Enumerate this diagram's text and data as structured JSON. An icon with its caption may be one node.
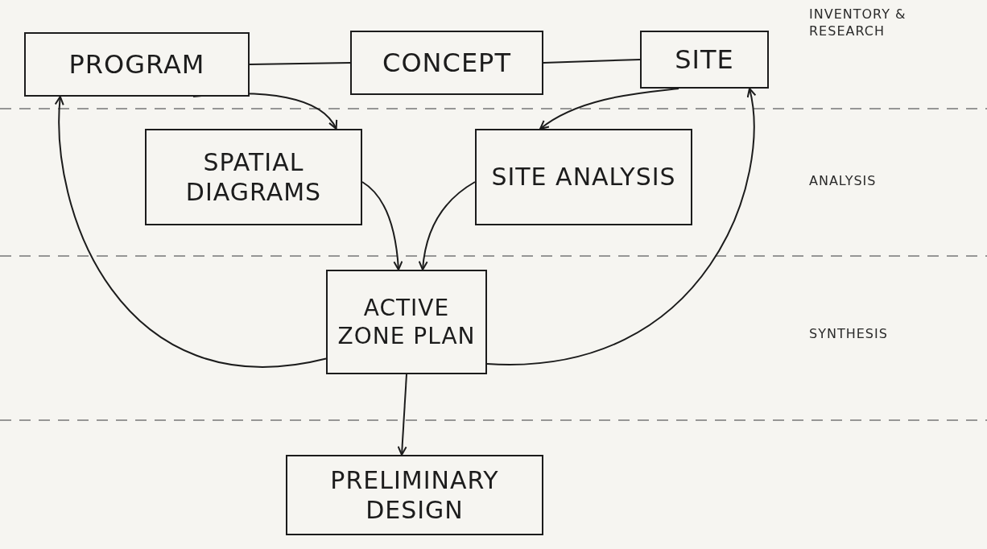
{
  "diagram": {
    "nodes": [
      {
        "text": [
          "PROGRAM"
        ]
      },
      {
        "text": [
          "CONCEPT"
        ]
      },
      {
        "text": [
          "SITE"
        ]
      },
      {
        "text": [
          "SPATIAL DIAGRAMS"
        ]
      },
      {
        "text": [
          "SITE ANALYSIS"
        ]
      },
      {
        "text": [
          "ACTIVE ZONE PLAN"
        ]
      },
      {
        "text": [
          "PRELIMINARY DESIGN"
        ]
      }
    ],
    "edges": [
      {
        "from": 0,
        "to": 1,
        "arrow": "none"
      },
      {
        "from": 1,
        "to": 2,
        "arrow": "none"
      },
      {
        "from": 0,
        "to": 3,
        "arrow": "to"
      },
      {
        "from": 2,
        "to": 4,
        "arrow": "to"
      },
      {
        "from": 3,
        "to": 5,
        "arrow": "to"
      },
      {
        "from": 4,
        "to": 5,
        "arrow": "to"
      },
      {
        "from": 5,
        "to": 0,
        "arrow": "to"
      },
      {
        "from": 5,
        "to": 2,
        "arrow": "to"
      },
      {
        "from": 5,
        "to": 6,
        "arrow": "to"
      }
    ],
    "labels": [
      "INVENTORY & RESEARCH",
      "ANALYSIS",
      "SYNTHESIS"
    ]
  }
}
